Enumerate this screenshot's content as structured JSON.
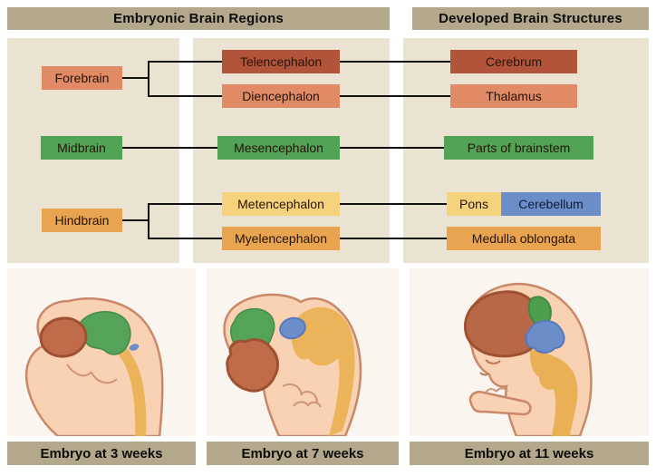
{
  "headers": {
    "embryonic": "Embryonic Brain Regions",
    "developed": "Developed Brain Structures"
  },
  "nodes": {
    "forebrain": {
      "label": "Forebrain",
      "color": "#e18a66"
    },
    "midbrain": {
      "label": "Midbrain",
      "color": "#52a356"
    },
    "hindbrain": {
      "label": "Hindbrain",
      "color": "#e8a44f"
    },
    "telencephalon": {
      "label": "Telencephalon",
      "color": "#b2543a"
    },
    "diencephalon": {
      "label": "Diencephalon",
      "color": "#e18a66"
    },
    "mesencephalon": {
      "label": "Mesencephalon",
      "color": "#52a356"
    },
    "metencephalon": {
      "label": "Metencephalon",
      "color": "#f5d27c"
    },
    "myelencephalon": {
      "label": "Myelencephalon",
      "color": "#e8a44f"
    },
    "cerebrum": {
      "label": "Cerebrum",
      "color": "#b2543a"
    },
    "thalamus": {
      "label": "Thalamus",
      "color": "#e18a66"
    },
    "brainstem": {
      "label": "Parts of brainstem",
      "color": "#52a356"
    },
    "pons": {
      "label": "Pons",
      "color": "#f5d27c"
    },
    "cerebellum": {
      "label": "Cerebellum",
      "color": "#6b8ec9"
    },
    "medulla": {
      "label": "Medulla oblongata",
      "color": "#e8a44f"
    }
  },
  "edges": [
    [
      "Forebrain",
      "Telencephalon"
    ],
    [
      "Forebrain",
      "Diencephalon"
    ],
    [
      "Telencephalon",
      "Cerebrum"
    ],
    [
      "Diencephalon",
      "Thalamus"
    ],
    [
      "Midbrain",
      "Mesencephalon"
    ],
    [
      "Mesencephalon",
      "Parts of brainstem"
    ],
    [
      "Hindbrain",
      "Metencephalon"
    ],
    [
      "Hindbrain",
      "Myelencephalon"
    ],
    [
      "Metencephalon",
      "Pons / Cerebellum"
    ],
    [
      "Myelencephalon",
      "Medulla oblongata"
    ]
  ],
  "captions": {
    "week3": "Embryo at 3 weeks",
    "week7": "Embryo at 7 weeks",
    "week11": "Embryo at 11 weeks"
  },
  "palette": {
    "header_bg": "#b3a78c",
    "flowchart_panel_bg": "#eae3d2",
    "image_panel_bg": "#faf5ee",
    "connector_line": "#111111",
    "embryo_flesh": "#f8d2b2",
    "embryo_outline": "#c9886a",
    "embryo_forebrain_brown": "#c06c4a",
    "embryo_midbrain_green": "#54a356",
    "embryo_cerebellum_blue": "#6b8ec9",
    "embryo_cord_yellow": "#ecb45a"
  }
}
